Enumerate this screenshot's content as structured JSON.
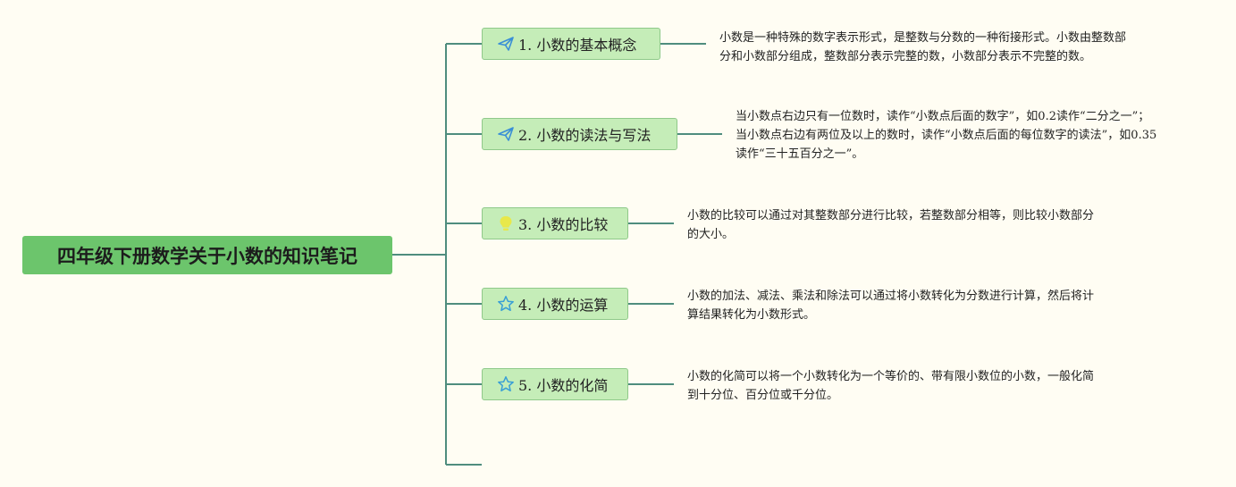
{
  "root": {
    "title": "四年级下册数学关于小数的知识笔记"
  },
  "colors": {
    "line": "#4f8d7e",
    "root_fill": "#6cc56c",
    "topic_fill": "#c5edb8",
    "topic_border": "#8fc98a",
    "background": "#fffdf3"
  },
  "topics": [
    {
      "label": "1. 小数的基本概念",
      "icon": "paper-plane-icon",
      "note_lines": [
        "小数是一种特殊的数字表示形式，是整数与分数的一种衔接形式。小数由整数部",
        "分和小数部分组成，整数部分表示完整的数，小数部分表示不完整的数。"
      ]
    },
    {
      "label": "2. 小数的读法与写法",
      "icon": "paper-plane-icon",
      "note_lines": [
        "当小数点右边只有一位数时，读作“小数点后面的数字”，如0.2读作“二分之一”；",
        "当小数点右边有两位及以上的数时，读作“小数点后面的每位数字的读法”，如0.35",
        "读作“三十五百分之一”。"
      ]
    },
    {
      "label": "3. 小数的比较",
      "icon": "lightbulb-icon",
      "note_lines": [
        "小数的比较可以通过对其整数部分进行比较，若整数部分相等，则比较小数部分",
        "的大小。"
      ]
    },
    {
      "label": "4. 小数的运算",
      "icon": "star-icon",
      "note_lines": [
        "小数的加法、减法、乘法和除法可以通过将小数转化为分数进行计算，然后将计",
        "算结果转化为小数形式。"
      ]
    },
    {
      "label": "5. 小数的化简",
      "icon": "star-icon",
      "note_lines": [
        "小数的化简可以将一个小数转化为一个等价的、带有限小数位的小数，一般化简",
        "到十分位、百分位或千分位。"
      ]
    }
  ]
}
